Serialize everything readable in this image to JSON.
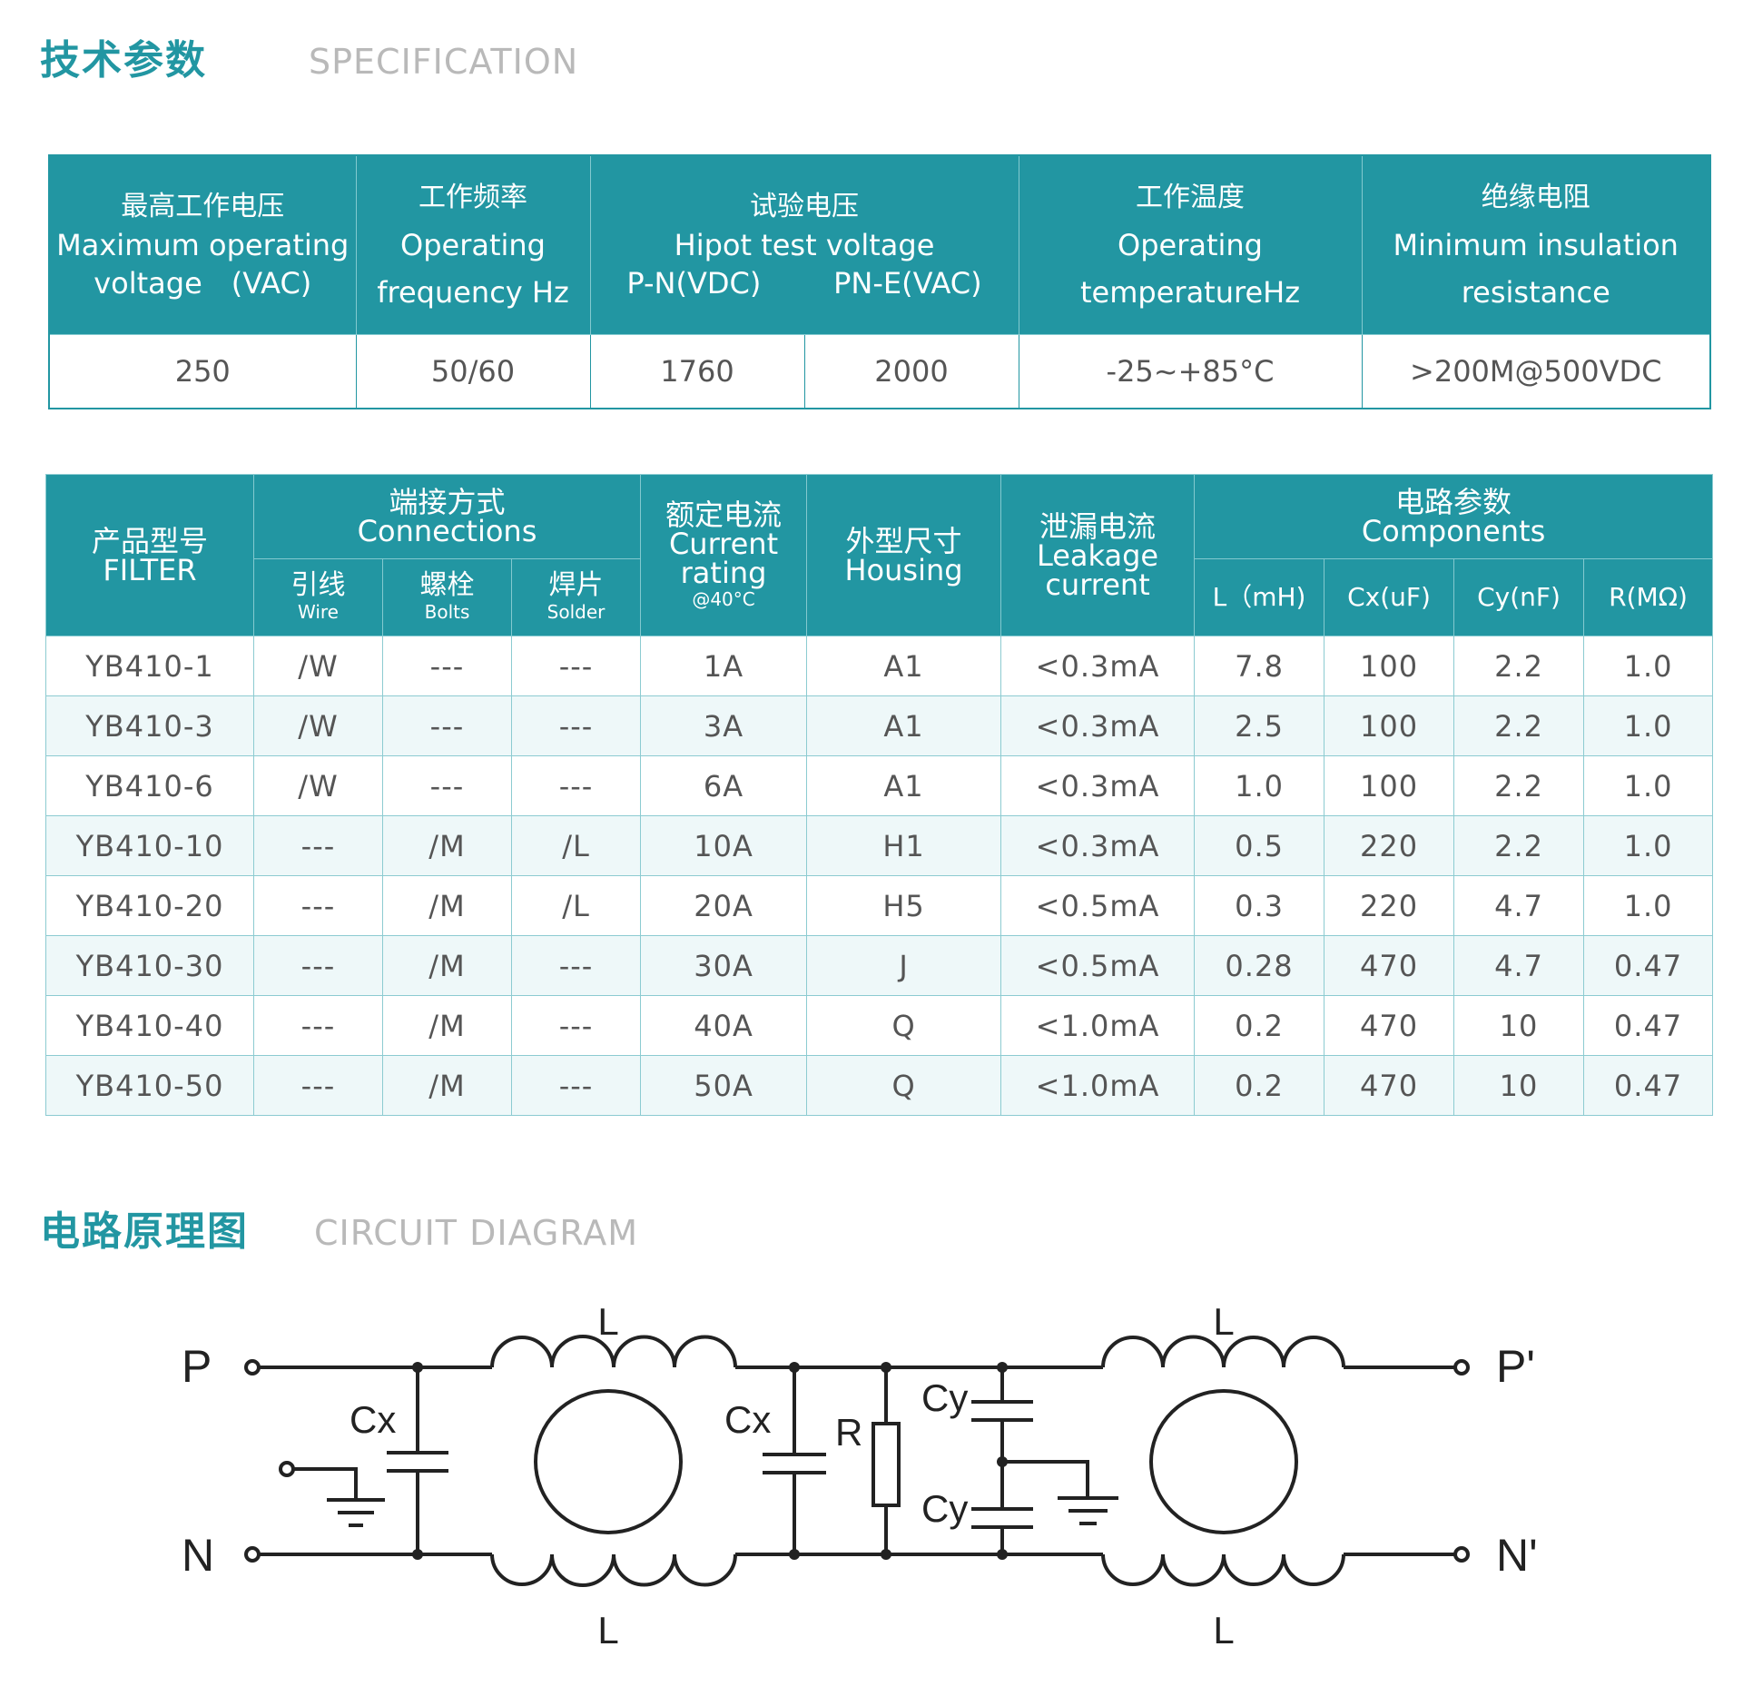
{
  "spec_section": {
    "title_cn": "技术参数",
    "title_en": "SPECIFICATION"
  },
  "spec_table": {
    "headers": [
      {
        "cn": "最高工作电压",
        "en1": "Maximum operating",
        "en2": "voltage　(VAC)"
      },
      {
        "cn": "工作频率",
        "en1": "Operating",
        "en2": "frequency Hz"
      },
      {
        "cn": "试验电压",
        "en1": "Hipot test voltage",
        "sub1": "P-N(VDC)",
        "sub2": "PN-E(VAC)"
      },
      {
        "cn": "工作温度",
        "en1": "Operating",
        "en2": "temperatureHz"
      },
      {
        "cn": "绝缘电阻",
        "en1": "Minimum insulation",
        "en2": "resistance"
      }
    ],
    "values": [
      "250",
      "50/60",
      "1760",
      "2000",
      "-25~+85°C",
      ">200M@500VDC"
    ]
  },
  "product_table": {
    "header": {
      "model_cn": "产品型号",
      "model_en": "FILTER",
      "conn_cn": "端接方式",
      "conn_en": "Connections",
      "wire_cn": "引线",
      "wire_en": "Wire",
      "bolts_cn": "螺栓",
      "bolts_en": "Bolts",
      "solder_cn": "焊片",
      "solder_en": "Solder",
      "current_cn": "额定电流",
      "current_en1": "Current",
      "current_en2": "rating",
      "current_en3": "@40°C",
      "housing_cn": "外型尺寸",
      "housing_en": "Housing",
      "leak_cn": "泄漏电流",
      "leak_en1": "Leakage",
      "leak_en2": "current",
      "comp_cn": "电路参数",
      "comp_en": "Components",
      "l": "L（mH)",
      "cx": "Cx(uF)",
      "cy": "Cy(nF)",
      "r": "R(MΩ)"
    },
    "rows": [
      [
        "YB410-1",
        "/W",
        "---",
        "---",
        "1A",
        "A1",
        "<0.3mA",
        "7.8",
        "100",
        "2.2",
        "1.0"
      ],
      [
        "YB410-3",
        "/W",
        "---",
        "---",
        "3A",
        "A1",
        "<0.3mA",
        "2.5",
        "100",
        "2.2",
        "1.0"
      ],
      [
        "YB410-6",
        "/W",
        "---",
        "---",
        "6A",
        "A1",
        "<0.3mA",
        "1.0",
        "100",
        "2.2",
        "1.0"
      ],
      [
        "YB410-10",
        "---",
        "/M",
        "/L",
        "10A",
        "H1",
        "<0.3mA",
        "0.5",
        "220",
        "2.2",
        "1.0"
      ],
      [
        "YB410-20",
        "---",
        "/M",
        "/L",
        "20A",
        "H5",
        "<0.5mA",
        "0.3",
        "220",
        "4.7",
        "1.0"
      ],
      [
        "YB410-30",
        "---",
        "/M",
        "---",
        "30A",
        "J",
        "<0.5mA",
        "0.28",
        "470",
        "4.7",
        "0.47"
      ],
      [
        "YB410-40",
        "---",
        "/M",
        "---",
        "40A",
        "Q",
        "<1.0mA",
        "0.2",
        "470",
        "10",
        "0.47"
      ],
      [
        "YB410-50",
        "---",
        "/M",
        "---",
        "50A",
        "Q",
        "<1.0mA",
        "0.2",
        "470",
        "10",
        "0.47"
      ]
    ]
  },
  "circuit_section": {
    "title_cn": "电路原理图",
    "title_en": "CIRCUIT DIAGRAM"
  },
  "circuit_labels": {
    "p_in": "P",
    "n_in": "N",
    "p_out": "P'",
    "n_out": "N'",
    "inductor": "L",
    "cx": "Cx",
    "r": "R",
    "cy": "Cy"
  },
  "colors": {
    "accent": "#2296a2",
    "gray_title": "#b9b9b9",
    "row_alt": "#eef8f9"
  }
}
